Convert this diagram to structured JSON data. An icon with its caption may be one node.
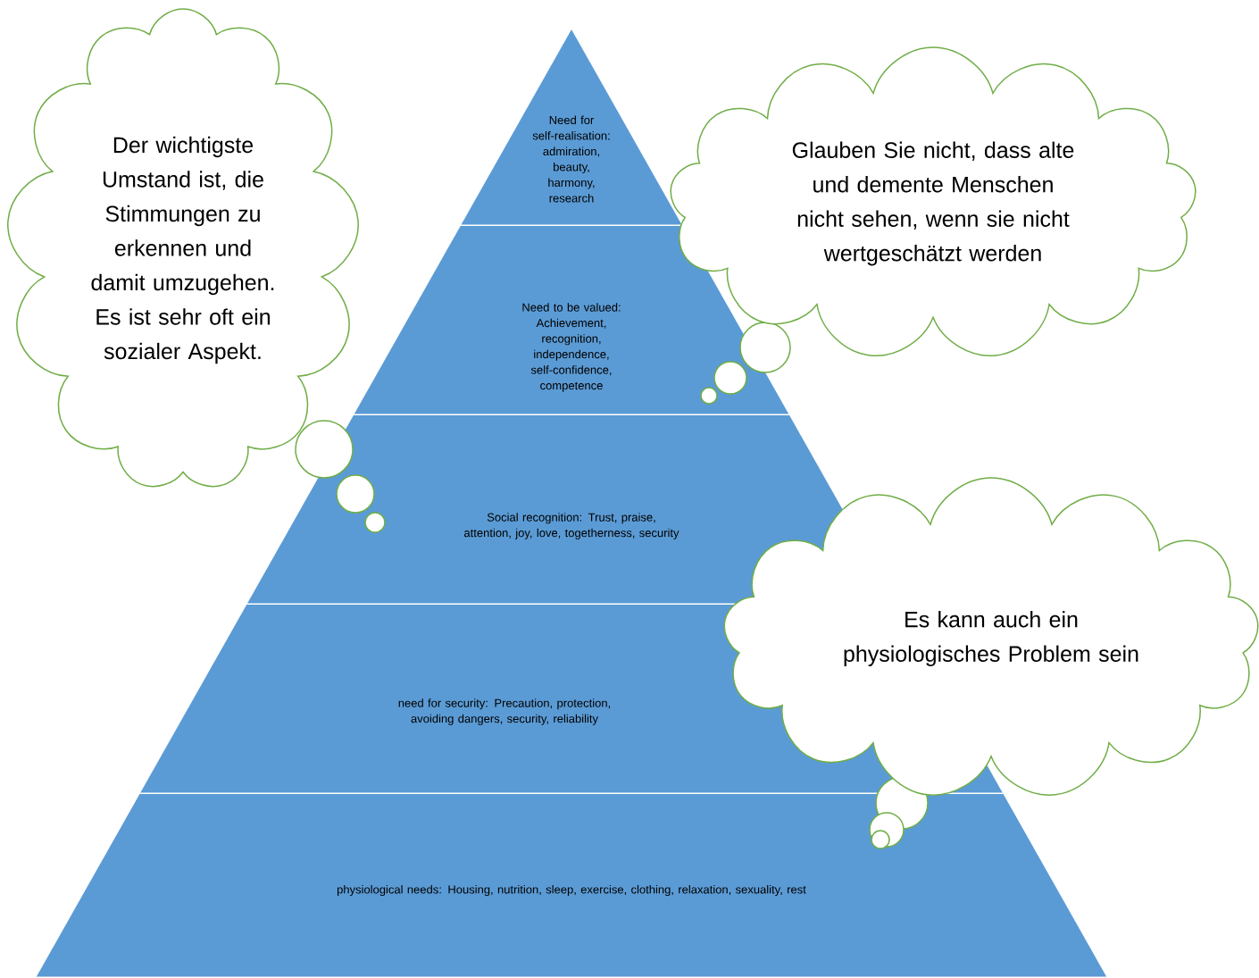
{
  "diagram": {
    "nodes": [
      {
        "text": [
          "Der wichtigste Umstand ist, die Stimmungen zu erkennen und damit umzugehen. Es ist sehr oft ein sozialer Aspekt."
        ]
      },
      {
        "text": [
          "Need for self-realisation: admiration, beauty, harmony, research"
        ]
      },
      {
        "text": [
          "Glauben Sie nicht, dass alte und demente Menschen nicht sehen, wenn sie nicht wertgeschätzt werden"
        ]
      },
      {
        "text": [
          "Need to be valued: Achievement, recognition, independence, self-confidence, competence"
        ]
      },
      {
        "text": [
          "Social recognition: Trust, praise, attention, joy, love, togetherness, security"
        ]
      },
      {
        "text": [
          "Es kann auch ein physiologisches Problem sein"
        ]
      },
      {
        "text": [
          "need for security: Precaution, protection, avoiding dangers, security, reliability"
        ]
      },
      {
        "text": [
          "physiological needs: Housing, nutrition, sleep, exercise, clothing, relaxation, sexuality, rest"
        ]
      }
    ]
  }
}
